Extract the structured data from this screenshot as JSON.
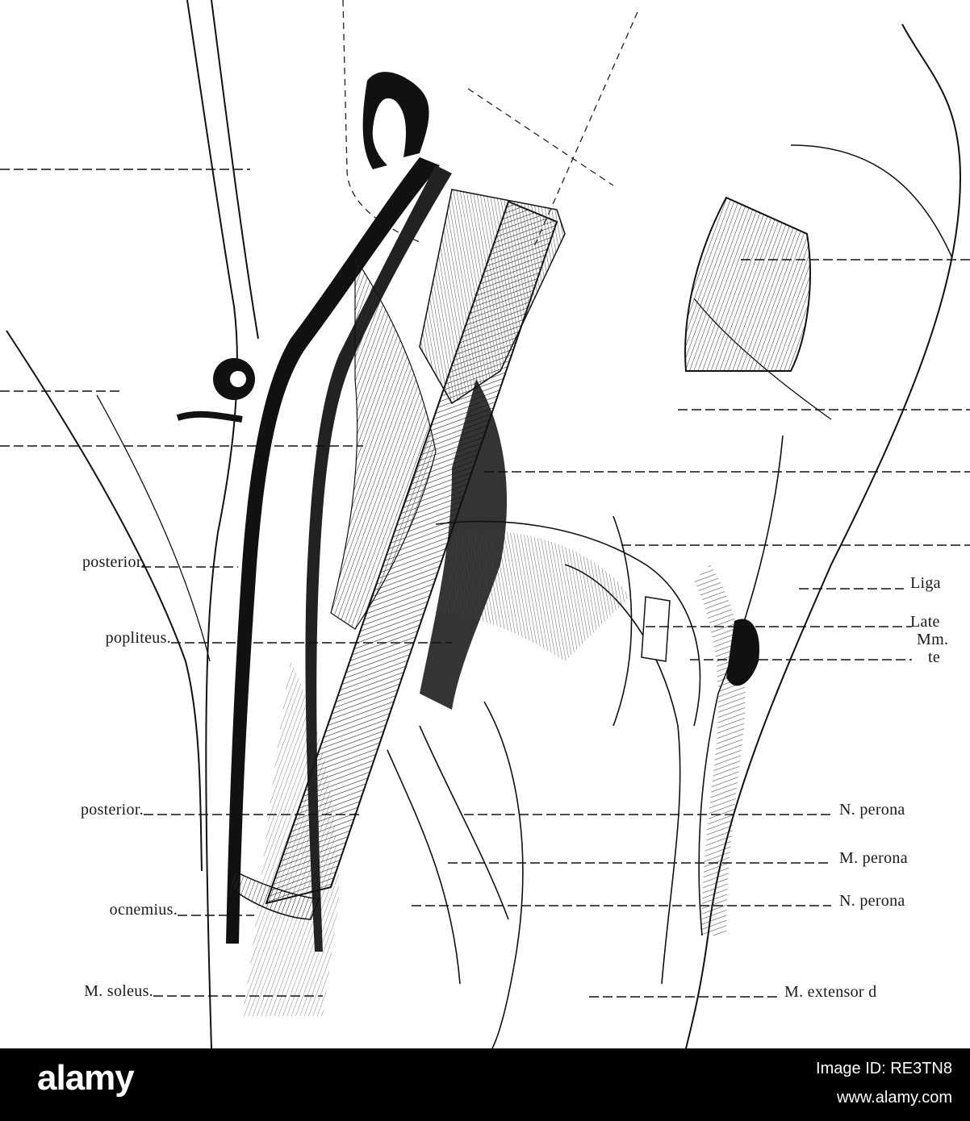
{
  "labels": {
    "l1": "posterior.",
    "l2": "popliteus.",
    "l3": "posterior.",
    "l4": "ocnemius.",
    "l5": "M. soleus.",
    "r1": "Liga",
    "r2": "Late",
    "r3": "Mm.",
    "r4": "te",
    "r5": "N. perona",
    "r6": "M. perona",
    "r7": "N. perona",
    "r8": "M. extensor d"
  },
  "footer": {
    "brand": "alamy",
    "image_id": "Image ID: RE3TN8",
    "site": "www.alamy.com"
  },
  "colors": {
    "ink": "#1a1a1a",
    "background": "#ffffff",
    "footer_bg": "#000000",
    "footer_text": "#ffffff"
  }
}
